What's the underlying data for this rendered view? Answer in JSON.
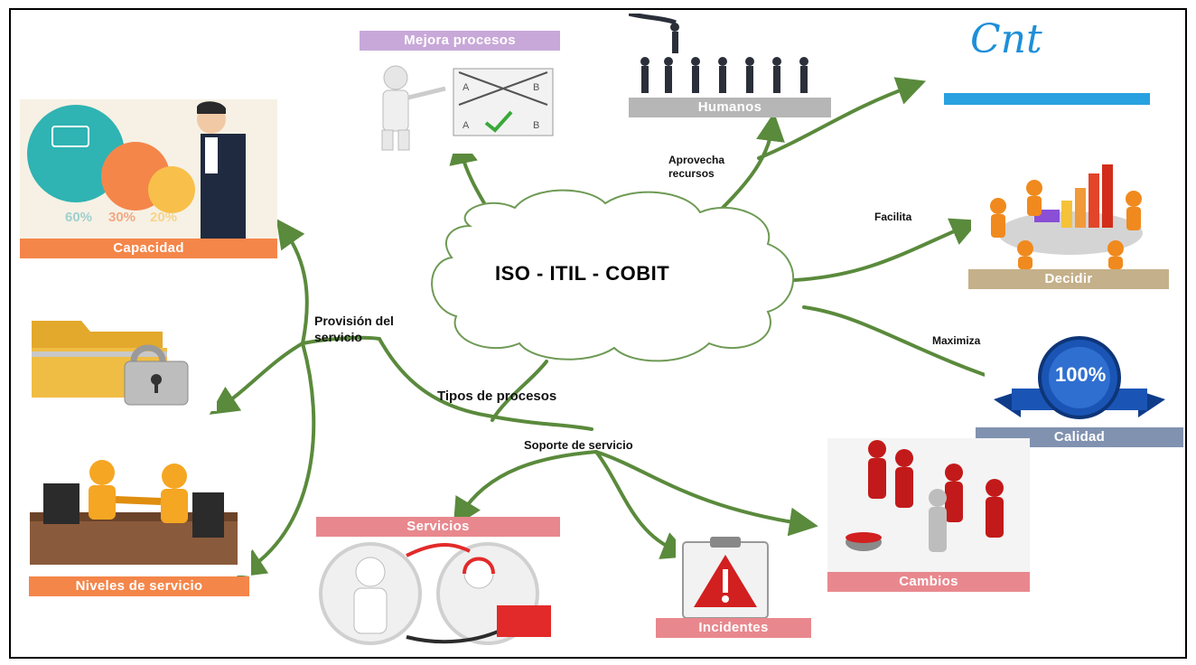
{
  "center": {
    "title": "ISO - ITIL - COBIT"
  },
  "logo": {
    "text": "Cnt",
    "color": "#1e8fd8"
  },
  "nodes": {
    "mejora": "Mejora procesos",
    "humanos": "Humanos",
    "capacidad": "Capacidad",
    "capacidad_pcts": [
      "60%",
      "30%",
      "20%"
    ],
    "decidir": "Decidir",
    "calidad": "Calidad",
    "calidad_seal": "100%",
    "niveles": "Niveles de servicio",
    "servicios": "Servicios",
    "incidentes": "Incidentes",
    "cambios": "Cambios"
  },
  "labels": {
    "aprovecha": "Aprovecha recursos",
    "facilita": "Facilita",
    "maximiza": "Maximiza",
    "provision": "Provisión del servicio",
    "tipos": "Tipos de procesos",
    "soporte": "Soporte de servicio"
  },
  "colors": {
    "arrow": "#5a8a3c",
    "orange": "#f4864a",
    "purple": "#c8a8d8",
    "gray": "#b6b6b6",
    "tan": "#c4b08a",
    "blue_gray": "#8092b0",
    "pink": "#e8888e"
  }
}
